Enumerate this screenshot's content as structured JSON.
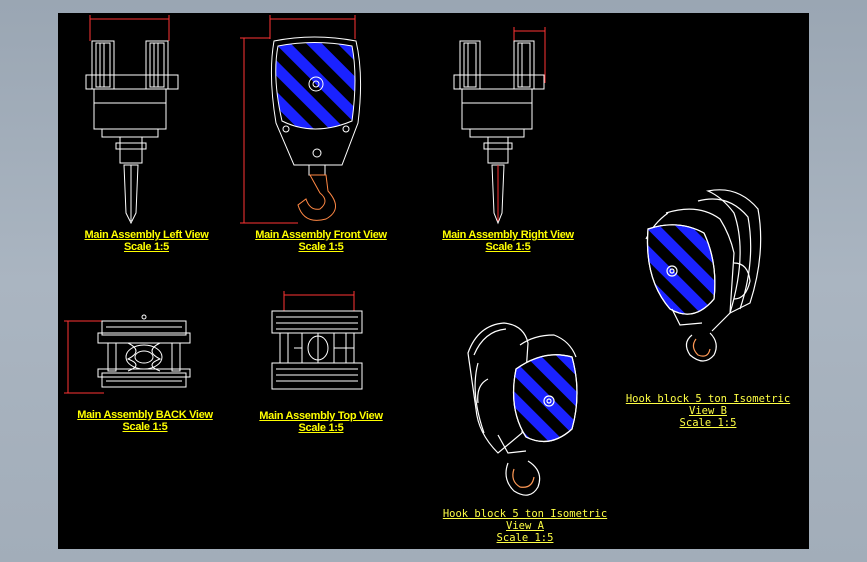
{
  "views": [
    {
      "id": "left",
      "line1": "Main Assembly Left View",
      "line2": "Scale 1:5"
    },
    {
      "id": "front",
      "line1": "Main Assembly Front View",
      "line2": "Scale 1:5"
    },
    {
      "id": "right",
      "line1": "Main Assembly Right  View",
      "line2": "Scale 1:5"
    },
    {
      "id": "back",
      "line1": "Main Assembly BACK View",
      "line2": "Scale 1:5"
    },
    {
      "id": "top",
      "line1": "Main Assembly Top View",
      "line2": "Scale 1:5"
    },
    {
      "id": "iso_b",
      "line1": "Hook   block  5    ton Isometric",
      "line2": "View  B",
      "line3": "Scale  1:5"
    },
    {
      "id": "iso_a",
      "line1": "Hook   block  5    ton Isometric",
      "line2": "View  A",
      "line3": "Scale  1:5"
    }
  ],
  "colors": {
    "sheet": "#000000",
    "outline": "#ffffff",
    "hatch_blue": "#1a22ff",
    "dimension": "#ff3333",
    "label": "#ffff00"
  }
}
